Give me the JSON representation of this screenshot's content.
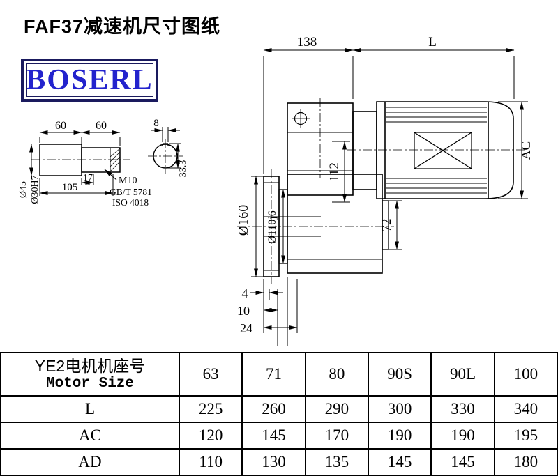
{
  "title": "FAF37减速机尺寸图纸",
  "logo": "BOSERL",
  "drawing": {
    "dim_138": "138",
    "dim_L": "L",
    "dim_AC": "AC",
    "dim_112": "112",
    "dim_72": "72",
    "dim_d160": "Ø160",
    "dim_d110": "Ø110j6",
    "dim_4": "4",
    "dim_10": "10",
    "dim_24": "24",
    "shaft": {
      "dim_60a": "60",
      "dim_60b": "60",
      "dim_8": "8",
      "dim_d45": "Ø45",
      "dim_d30": "Ø30H7",
      "dim_17": "17",
      "dim_105": "105",
      "dim_333": "33.3",
      "note_m10": "M10",
      "note_gb": "GB/T 5781",
      "note_iso": "ISO 4018"
    }
  },
  "table": {
    "header_cn": "YE2电机机座号",
    "header_en": "Motor Size",
    "sizes": [
      "63",
      "71",
      "80",
      "90S",
      "90L",
      "100"
    ],
    "rows": [
      {
        "label": "L",
        "values": [
          "225",
          "260",
          "290",
          "300",
          "330",
          "340"
        ]
      },
      {
        "label": "AC",
        "values": [
          "120",
          "145",
          "170",
          "190",
          "190",
          "195"
        ]
      },
      {
        "label": "AD",
        "values": [
          "110",
          "130",
          "135",
          "145",
          "145",
          "180"
        ]
      }
    ]
  }
}
